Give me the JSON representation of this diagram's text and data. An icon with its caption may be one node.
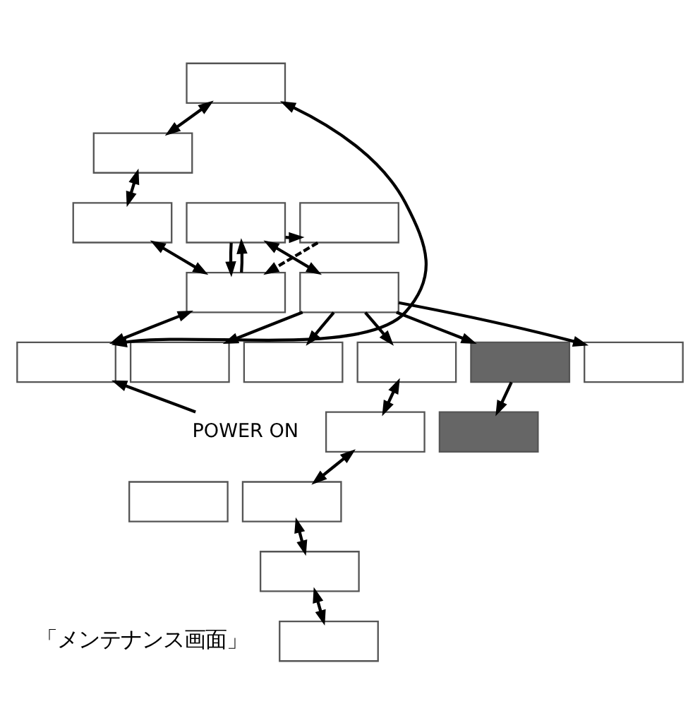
{
  "diagram": {
    "nodes": [
      {
        "text": [],
        "shape": "box"
      },
      {
        "text": [],
        "shape": "box"
      },
      {
        "text": [],
        "shape": "box"
      },
      {
        "text": [],
        "shape": "box"
      },
      {
        "text": [],
        "shape": "box"
      },
      {
        "text": [],
        "shape": "box"
      },
      {
        "text": [],
        "shape": "box"
      },
      {
        "text": [],
        "shape": "box"
      },
      {
        "text": [],
        "shape": "box"
      },
      {
        "text": [],
        "shape": "box"
      },
      {
        "text": [],
        "shape": "box"
      },
      {
        "text": [],
        "shape": "box"
      },
      {
        "text": [],
        "shape": "box"
      },
      {
        "text": [
          "POWER ON"
        ]
      },
      {
        "text": [],
        "shape": "box"
      },
      {
        "text": [],
        "shape": "box"
      },
      {
        "text": [],
        "shape": "box"
      },
      {
        "text": [],
        "shape": "box"
      },
      {
        "text": [],
        "shape": "box"
      },
      {
        "text": [],
        "shape": "box"
      }
    ],
    "edges": [
      {
        "from": 7,
        "to": 0,
        "arrow": "both"
      },
      {
        "from": 0,
        "to": 1,
        "arrow": "both"
      },
      {
        "from": 1,
        "to": 2,
        "arrow": "both"
      },
      {
        "from": 2,
        "to": 5,
        "arrow": "both"
      },
      {
        "from": 5,
        "to": 7,
        "arrow": "both"
      },
      {
        "from": 13,
        "to": 7,
        "arrow": "to"
      },
      {
        "from": 4,
        "to": 5,
        "arrow": "to",
        "style": "dashed"
      },
      {
        "from": 3,
        "to": 5,
        "arrow": "to"
      },
      {
        "from": 5,
        "to": 3,
        "arrow": "to"
      },
      {
        "from": 3,
        "to": 4,
        "arrow": "to",
        "style": "dashed"
      },
      {
        "from": 3,
        "to": 6,
        "arrow": "both"
      },
      {
        "from": 6,
        "to": 8,
        "arrow": "to"
      },
      {
        "from": 6,
        "to": 9,
        "arrow": "to"
      },
      {
        "from": 6,
        "to": 10,
        "arrow": "to"
      },
      {
        "from": 6,
        "to": 11,
        "arrow": "to"
      },
      {
        "from": 6,
        "to": 12,
        "arrow": "to"
      },
      {
        "from": 11,
        "to": 15,
        "arrow": "to"
      },
      {
        "from": 10,
        "to": 14,
        "arrow": "both"
      },
      {
        "from": 14,
        "to": 17,
        "arrow": "both"
      },
      {
        "from": 17,
        "to": 18,
        "arrow": "both"
      },
      {
        "from": 18,
        "to": 19,
        "arrow": "both"
      }
    ],
    "labels": [
      "「メンテナンス画面」"
    ]
  }
}
